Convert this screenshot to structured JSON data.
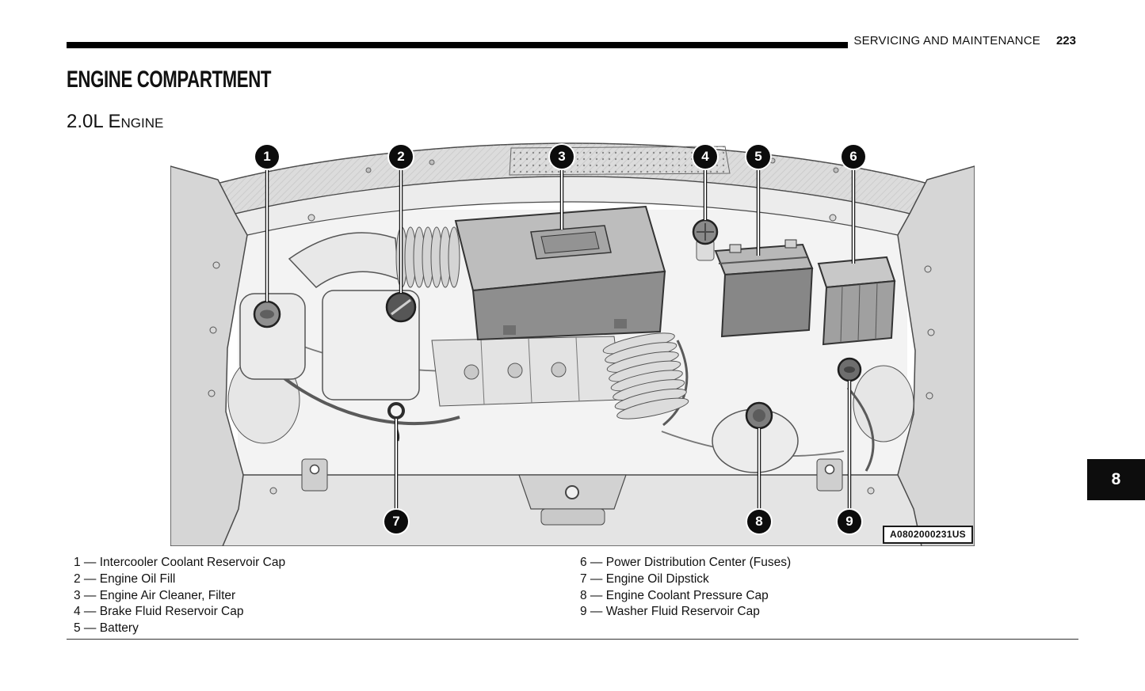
{
  "header": {
    "section_title": "SERVICING AND MAINTENANCE",
    "page_number": "223"
  },
  "chapter_tab": "8",
  "title": "ENGINE COMPARTMENT",
  "subtitle": "2.0L Engine",
  "figure": {
    "watermark": "A0802000231US",
    "callouts": [
      "1",
      "2",
      "3",
      "4",
      "5",
      "6",
      "7",
      "8",
      "9"
    ]
  },
  "legend": {
    "left": [
      "1 — Intercooler Coolant Reservoir Cap",
      "2 — Engine Oil Fill",
      "3 — Engine Air Cleaner, Filter",
      "4 — Brake Fluid Reservoir Cap",
      "5 — Battery"
    ],
    "right": [
      "6 — Power Distribution Center (Fuses)",
      "7 — Engine Oil Dipstick",
      "8 — Engine Coolant Pressure Cap",
      "9 — Washer Fluid Reservoir Cap"
    ]
  }
}
